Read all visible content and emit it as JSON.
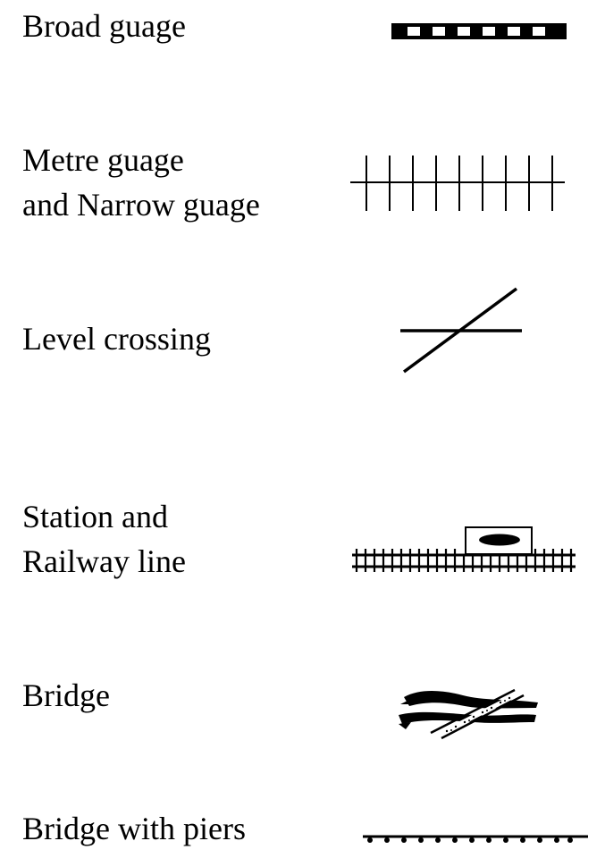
{
  "legend": {
    "items": [
      {
        "lines": [
          "Broad guage"
        ],
        "symbol": "broad-gauge-symbol"
      },
      {
        "lines": [
          "Metre guage",
          "and Narrow guage"
        ],
        "symbol": "metre-narrow-gauge-symbol"
      },
      {
        "lines": [
          "Level crossing"
        ],
        "symbol": "level-crossing-symbol"
      },
      {
        "lines": [
          "Station and",
          "Railway line"
        ],
        "symbol": "station-railway-symbol"
      },
      {
        "lines": [
          "Bridge"
        ],
        "symbol": "bridge-symbol"
      },
      {
        "lines": [
          "Bridge with piers"
        ],
        "symbol": "bridge-with-piers-symbol"
      }
    ]
  },
  "colors": {
    "ink": "#000000",
    "background": "#ffffff"
  }
}
